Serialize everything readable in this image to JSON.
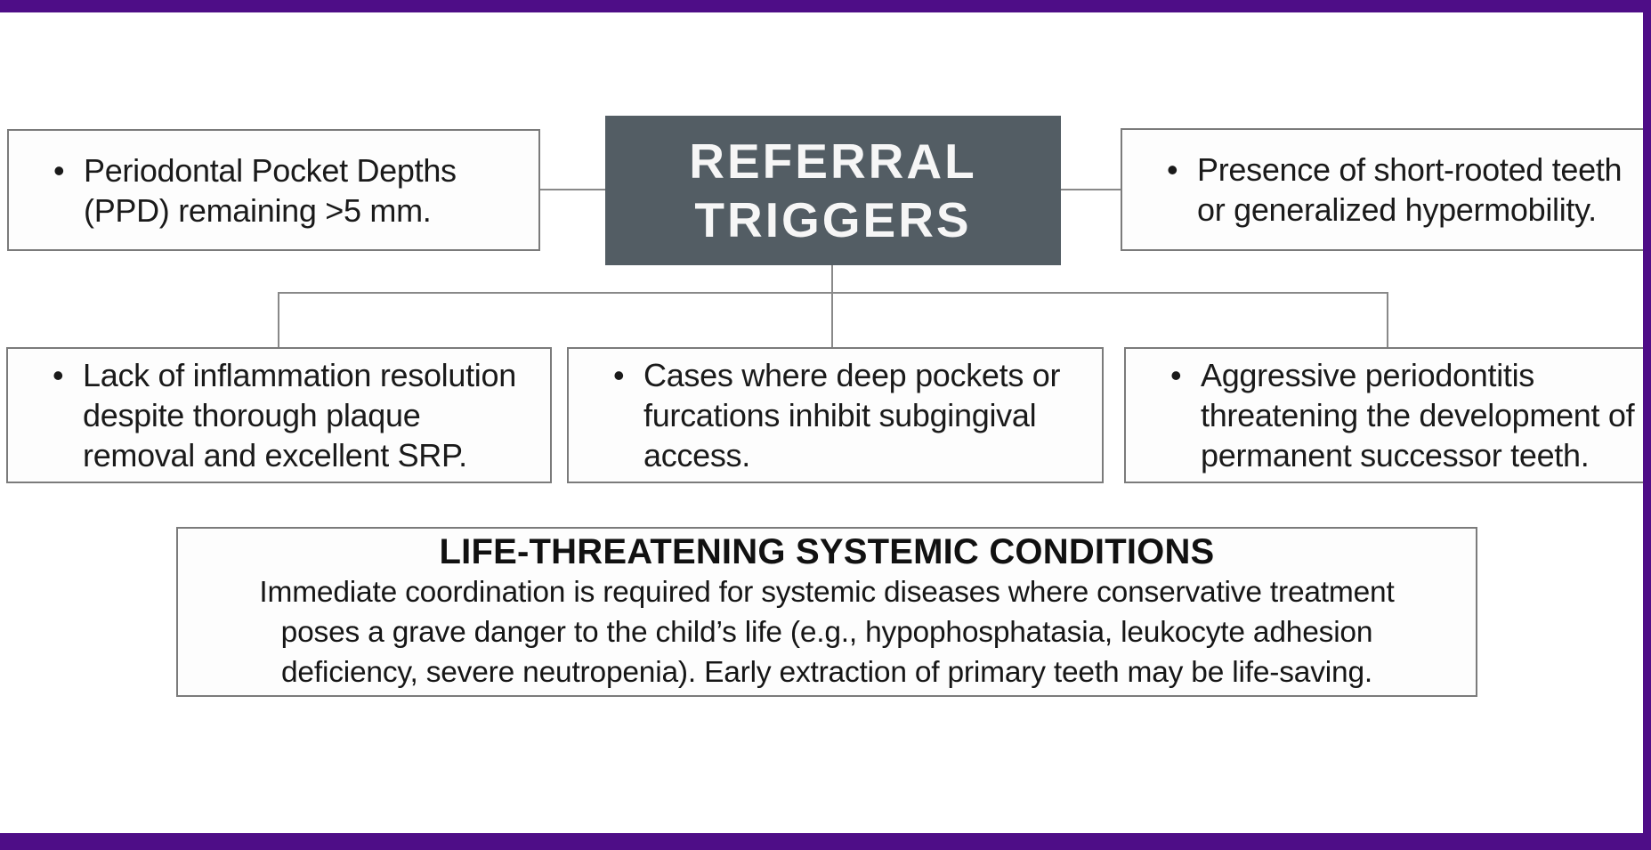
{
  "theme": {
    "frame_purple": "#4e0d87",
    "title_box_background": "#535d64",
    "title_text_color": "#f6f6f6",
    "box_border_color": "#7b7b7b",
    "connector_color": "#898989",
    "body_text_color": "#1a1a1a",
    "background": "#ffffff"
  },
  "title": {
    "line1": "REFERRAL",
    "line2": "TRIGGERS"
  },
  "bullet": "•",
  "bullet_boxes": {
    "top_left": {
      "lines": [
        "Periodontal Pocket Depths",
        "(PPD) remaining >5 mm."
      ]
    },
    "top_right": {
      "lines": [
        "Presence of short-rooted teeth",
        "or generalized hypermobility."
      ]
    },
    "mid_left": {
      "lines": [
        "Lack of inflammation resolution",
        "despite thorough plaque",
        "removal and excellent SRP."
      ]
    },
    "mid_center": {
      "lines": [
        "Cases where deep pockets or",
        "furcations inhibit subgingival",
        "access."
      ]
    },
    "mid_right": {
      "lines": [
        "Aggressive periodontitis",
        "threatening the development of",
        "permanent successor teeth."
      ]
    }
  },
  "systemic_box": {
    "heading": "LIFE-THREATENING SYSTEMIC CONDITIONS",
    "lines": [
      "Immediate coordination is required for systemic diseases where conservative treatment",
      "poses a grave danger to the child’s life (e.g., hypophosphatasia, leukocyte adhesion",
      "deficiency, severe neutropenia). Early extraction of primary teeth may be life-saving."
    ]
  }
}
